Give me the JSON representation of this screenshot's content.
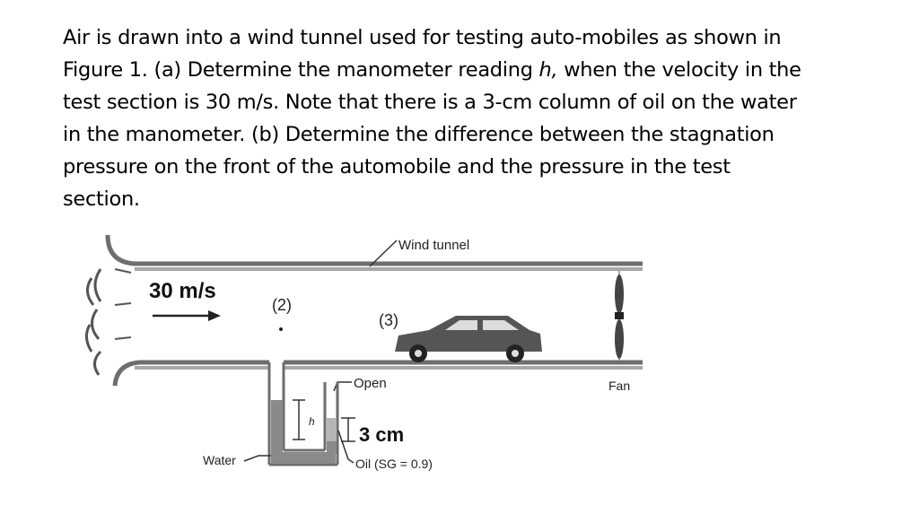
{
  "problem": {
    "lines": [
      "Air is drawn into a wind tunnel used for testing auto-mobiles as shown in",
      "Figure 1. (a) Determine the manometer reading ",
      "h,",
      " when the velocity in the",
      "test section is 30 m/s. Note that there is a 3-cm column of oil on the water",
      "in the manometer. (b) Determine the difference between the stagnation",
      "pressure on the front of the automobile and the pressure in the test",
      "section."
    ]
  },
  "figure": {
    "wind_tunnel_label": "Wind tunnel",
    "velocity_label": "30 m/s",
    "point2_label": "(2)",
    "point3_label": "(3)",
    "open_label": "Open",
    "fan_label": "Fan",
    "h_label": "h",
    "oil_height_label": "3 cm",
    "water_label": "Water",
    "oil_label": "Oil (SG = 0.9)",
    "colors": {
      "wall": "#6e6e6e",
      "wall_light": "#a8a8a8",
      "fluid": "#8a8a8a",
      "car": "#555555"
    }
  }
}
